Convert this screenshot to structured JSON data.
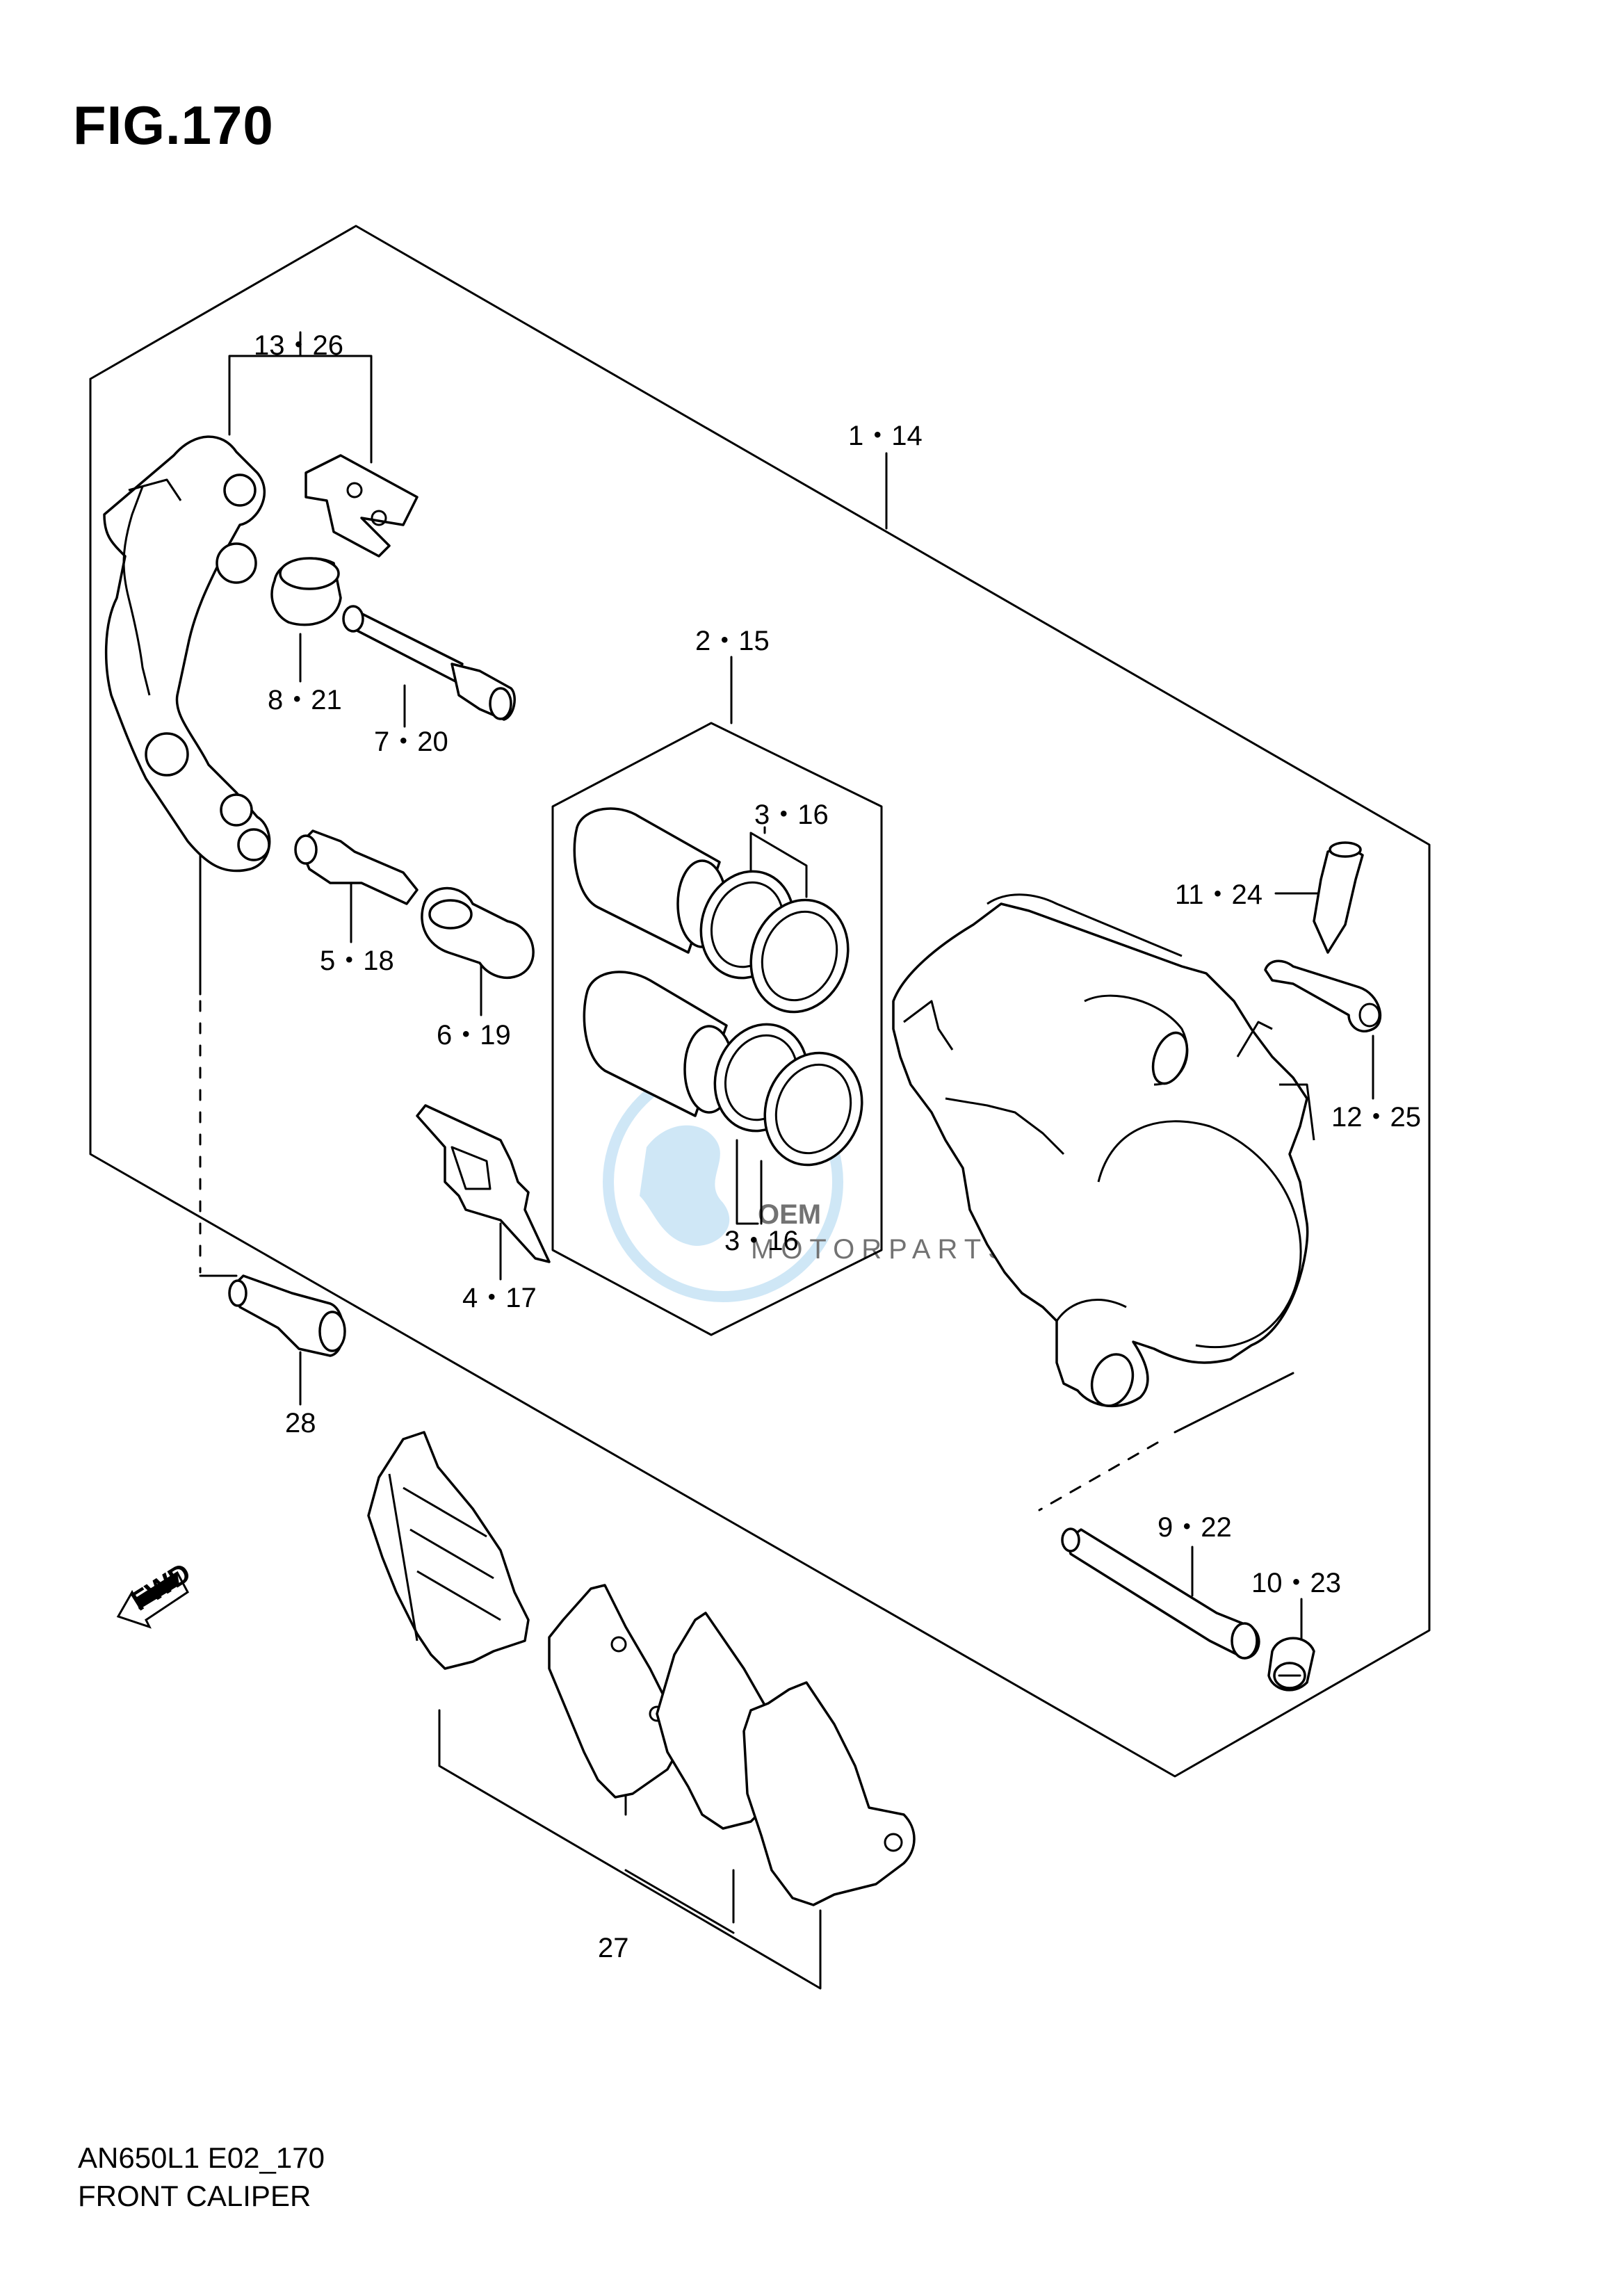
{
  "figure": {
    "number": "FIG.170",
    "model_code": "AN650L1 E02_170",
    "name": "FRONT CALIPER"
  },
  "callouts": [
    {
      "id": "c-13-26",
      "text": "13・26"
    },
    {
      "id": "c-1-14",
      "text": "1・14"
    },
    {
      "id": "c-8-21",
      "text": "8・21"
    },
    {
      "id": "c-7-20",
      "text": "7・20"
    },
    {
      "id": "c-2-15",
      "text": "2・15"
    },
    {
      "id": "c-3-16-top",
      "text": "3・16"
    },
    {
      "id": "c-11-24",
      "text": "11・24"
    },
    {
      "id": "c-5-18",
      "text": "5・18"
    },
    {
      "id": "c-6-19",
      "text": "6・19"
    },
    {
      "id": "c-12-25",
      "text": "12・25"
    },
    {
      "id": "c-3-16-bottom",
      "text": "3・16"
    },
    {
      "id": "c-4-17",
      "text": "4・17"
    },
    {
      "id": "c-28",
      "text": "28"
    },
    {
      "id": "c-9-22",
      "text": "9・22"
    },
    {
      "id": "c-10-23",
      "text": "10・23"
    },
    {
      "id": "c-27",
      "text": "27"
    }
  ],
  "fwd_label": "FWD",
  "watermark": {
    "brand": "OEM",
    "sub": "MOTORPARTS",
    "color": "#a9d4f0"
  }
}
